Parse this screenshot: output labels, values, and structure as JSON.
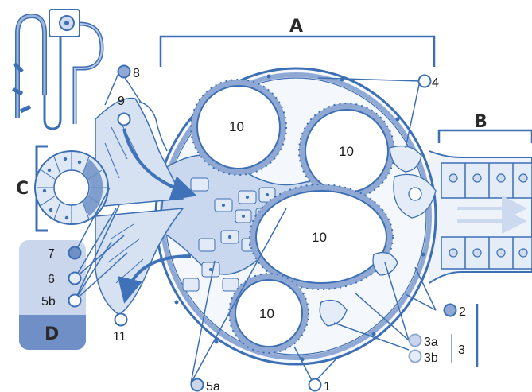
{
  "regions": {
    "A": "A",
    "B": "B",
    "C": "C",
    "D": "D"
  },
  "markers": [
    "1",
    "2",
    "3a",
    "3b",
    "3",
    "4",
    "5a",
    "5b",
    "6",
    "7",
    "8",
    "9",
    "10",
    "11"
  ],
  "capillary_label": "10",
  "colors": {
    "outline": "#3d6fb4",
    "arrow": "#3f72b8",
    "fill_light": "#dbe6f4",
    "fill_mid": "#c1d3ec",
    "fill_dark": "#8fa9d4",
    "panel_light": "#c9d6ec",
    "panel_dark": "#6f8fc6"
  }
}
